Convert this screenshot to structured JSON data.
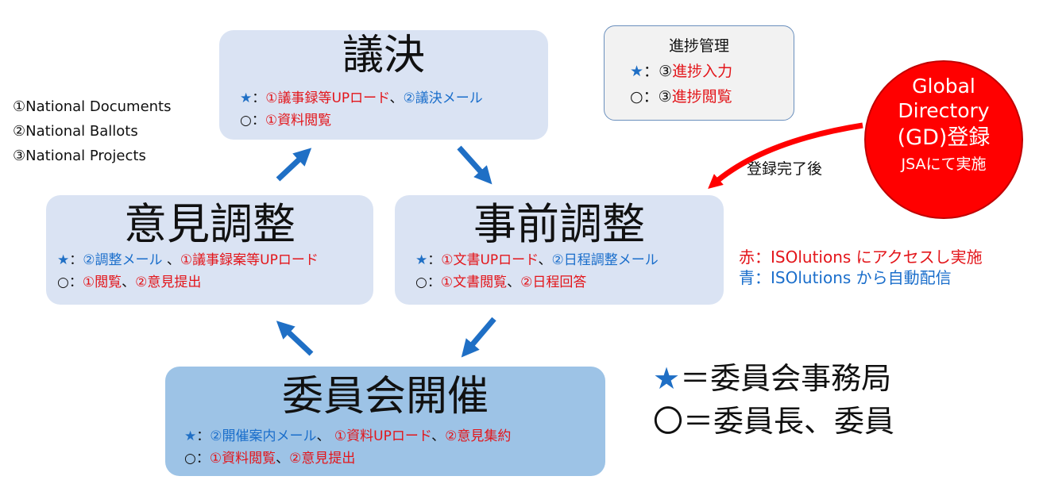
{
  "boxes": {
    "resolution": {
      "title": "議決",
      "star_prefix": "★",
      "star_sep": "：",
      "star_items": [
        {
          "text": "①議事録等UPロード",
          "color": "red"
        },
        {
          "text": "、",
          "color": "plain"
        },
        {
          "text": "②議決メール",
          "color": "blue"
        }
      ],
      "circle_prefix": "○",
      "circle_sep": "：",
      "circle_items": [
        {
          "text": "①資料閲覧",
          "color": "red"
        }
      ]
    },
    "pre_adjust": {
      "title": "事前調整",
      "star_prefix": "★",
      "star_sep": "：",
      "star_items": [
        {
          "text": "①文書UPロード",
          "color": "red"
        },
        {
          "text": "、",
          "color": "plain"
        },
        {
          "text": "②日程調整メール",
          "color": "blue"
        }
      ],
      "circle_prefix": "○",
      "circle_sep": "：",
      "circle_items": [
        {
          "text": "①文書閲覧",
          "color": "red"
        },
        {
          "text": "、",
          "color": "plain"
        },
        {
          "text": "②日程回答",
          "color": "red"
        }
      ]
    },
    "opinion_adjust": {
      "title": "意見調整",
      "star_prefix": "★",
      "star_sep": "：",
      "star_items": [
        {
          "text": "②調整メール",
          "color": "blue"
        },
        {
          "text": " 、",
          "color": "plain"
        },
        {
          "text": "①議事録案等UPロード",
          "color": "red"
        }
      ],
      "circle_prefix": "○",
      "circle_sep": "：",
      "circle_items": [
        {
          "text": "①閲覧",
          "color": "red"
        },
        {
          "text": "、",
          "color": "plain"
        },
        {
          "text": "②意見提出",
          "color": "red"
        }
      ]
    },
    "meeting": {
      "title": "委員会開催",
      "star_prefix": "★",
      "star_sep": "：",
      "star_items": [
        {
          "text": "②開催案内メール",
          "color": "blue"
        },
        {
          "text": "、 ",
          "color": "plain"
        },
        {
          "text": "①資料UPロード",
          "color": "red"
        },
        {
          "text": "、",
          "color": "plain"
        },
        {
          "text": "②意見集約",
          "color": "red"
        }
      ],
      "circle_prefix": "○",
      "circle_sep": "：",
      "circle_items": [
        {
          "text": "①資料閲覧",
          "color": "red"
        },
        {
          "text": "、",
          "color": "plain"
        },
        {
          "text": "②意見提出",
          "color": "red"
        }
      ]
    }
  },
  "progress": {
    "title": "進捗管理",
    "star_prefix": "★",
    "star_sep": "：",
    "star_num": "③",
    "star_text": "進捗入力",
    "circle_prefix": "○",
    "circle_sep": "：",
    "circle_num": "③",
    "circle_text": "進捗閲覧"
  },
  "gd": {
    "line1": "Global",
    "line2": "Directory",
    "line3": "(GD)登録",
    "line4": "JSAにて実施",
    "arrow_label": "登録完了後"
  },
  "legend_list": [
    "①National Documents",
    "②National Ballots",
    "③National Projects"
  ],
  "color_key": {
    "red": "赤：ISOlutions にアクセスし実施",
    "blue": "青：ISOlutions から自動配信"
  },
  "role_key": {
    "star_symbol": "★",
    "star_text": "＝委員会事務局",
    "circle_symbol": "〇",
    "circle_text": "＝委員長、委員"
  },
  "colors": {
    "red": "#e3151a",
    "blue": "#1a6ecb",
    "box_light": "#dae3f3",
    "box_dark": "#9dc3e6",
    "cycle_arrow": "#1f6fc5",
    "gd_fill": "#ff0000"
  }
}
